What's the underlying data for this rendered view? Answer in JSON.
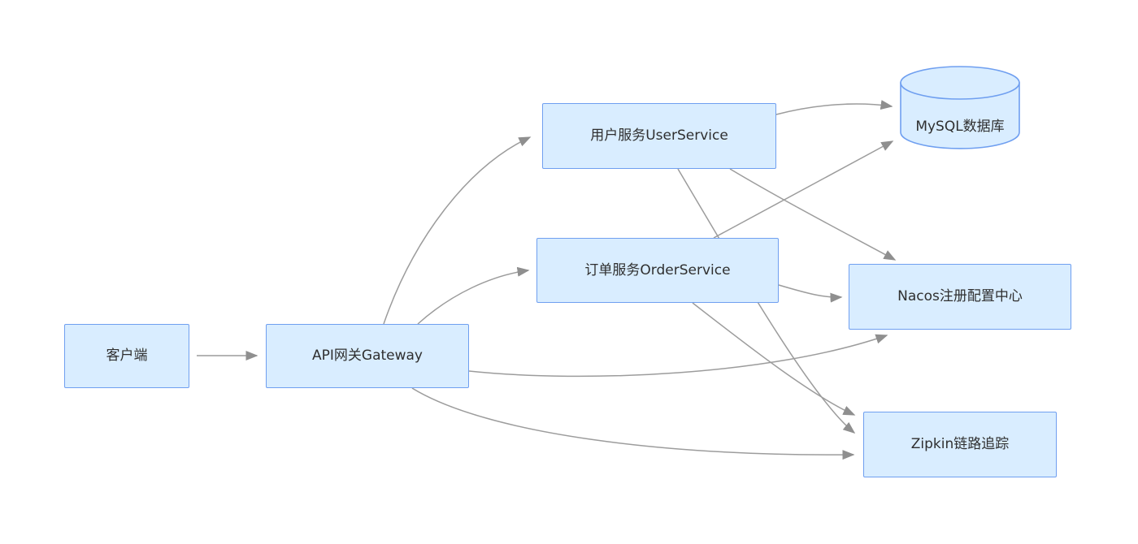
{
  "diagram": {
    "title": "microservice-architecture-flowchart",
    "nodes": {
      "client": {
        "label": "客户端",
        "shape": "rect"
      },
      "gateway": {
        "label": "API网关Gateway",
        "shape": "rect"
      },
      "user_service": {
        "label": "用户服务UserService",
        "shape": "rect"
      },
      "order_service": {
        "label": "订单服务OrderService",
        "shape": "rect"
      },
      "mysql": {
        "label": "MySQL数据库",
        "shape": "cylinder"
      },
      "nacos": {
        "label": "Nacos注册配置中心",
        "shape": "rect"
      },
      "zipkin": {
        "label": "Zipkin链路追踪",
        "shape": "rect"
      }
    },
    "edges": [
      {
        "from": "client",
        "to": "gateway"
      },
      {
        "from": "gateway",
        "to": "user_service"
      },
      {
        "from": "gateway",
        "to": "order_service"
      },
      {
        "from": "gateway",
        "to": "nacos"
      },
      {
        "from": "gateway",
        "to": "zipkin"
      },
      {
        "from": "user_service",
        "to": "mysql"
      },
      {
        "from": "user_service",
        "to": "nacos"
      },
      {
        "from": "user_service",
        "to": "zipkin"
      },
      {
        "from": "order_service",
        "to": "mysql"
      },
      {
        "from": "order_service",
        "to": "nacos"
      },
      {
        "from": "order_service",
        "to": "zipkin"
      }
    ],
    "colors": {
      "node_fill": "#d9edff",
      "node_border": "#6f9ff0",
      "edge_line": "#9c9c9c",
      "arrowhead": "#8f8f8f",
      "text": "#2f2f2f",
      "background": "#ffffff"
    }
  }
}
